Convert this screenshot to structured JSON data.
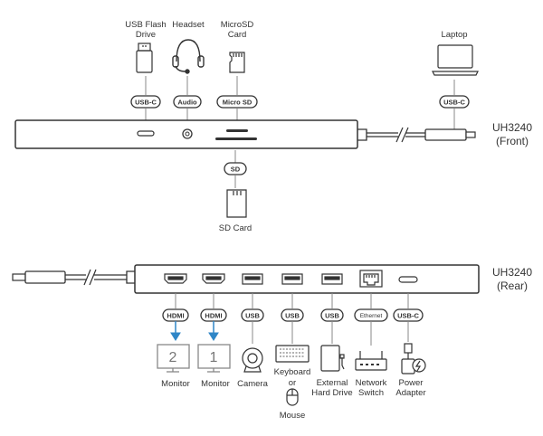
{
  "colors": {
    "stroke": "#333333",
    "accent": "#2f86c7",
    "light_stroke": "#888888"
  },
  "front": {
    "title": "UH3240",
    "subtitle": "(Front)",
    "devices": {
      "usb_flash_line1": "USB Flash",
      "usb_flash_line2": "Drive",
      "headset": "Headset",
      "microsd_line1": "MicroSD",
      "microsd_line2": "Card",
      "laptop": "Laptop",
      "sd_card": "SD Card"
    },
    "ports": {
      "usb_c": "USB-C",
      "audio": "Audio",
      "micro_sd": "Micro SD",
      "sd": "SD",
      "laptop_usb_c": "USB-C"
    }
  },
  "rear": {
    "title": "UH3240",
    "subtitle": "(Rear)",
    "ports": {
      "hdmi1": "HDMI",
      "hdmi2": "HDMI",
      "usb1": "USB",
      "usb2": "USB",
      "usb3": "USB",
      "ethernet": "Ethernet",
      "usb_c": "USB-C"
    },
    "monitor1_number": "2",
    "monitor2_number": "1",
    "devices": {
      "monitor1": "Monitor",
      "monitor2": "Monitor",
      "camera": "Camera",
      "keyboard_line1": "Keyboard",
      "keyboard_line2": "or",
      "mouse": "Mouse",
      "hdd_line1": "External",
      "hdd_line2": "Hard Drive",
      "network_line1": "Network",
      "network_line2": "Switch",
      "power_line1": "Power",
      "power_line2": "Adapter"
    }
  }
}
